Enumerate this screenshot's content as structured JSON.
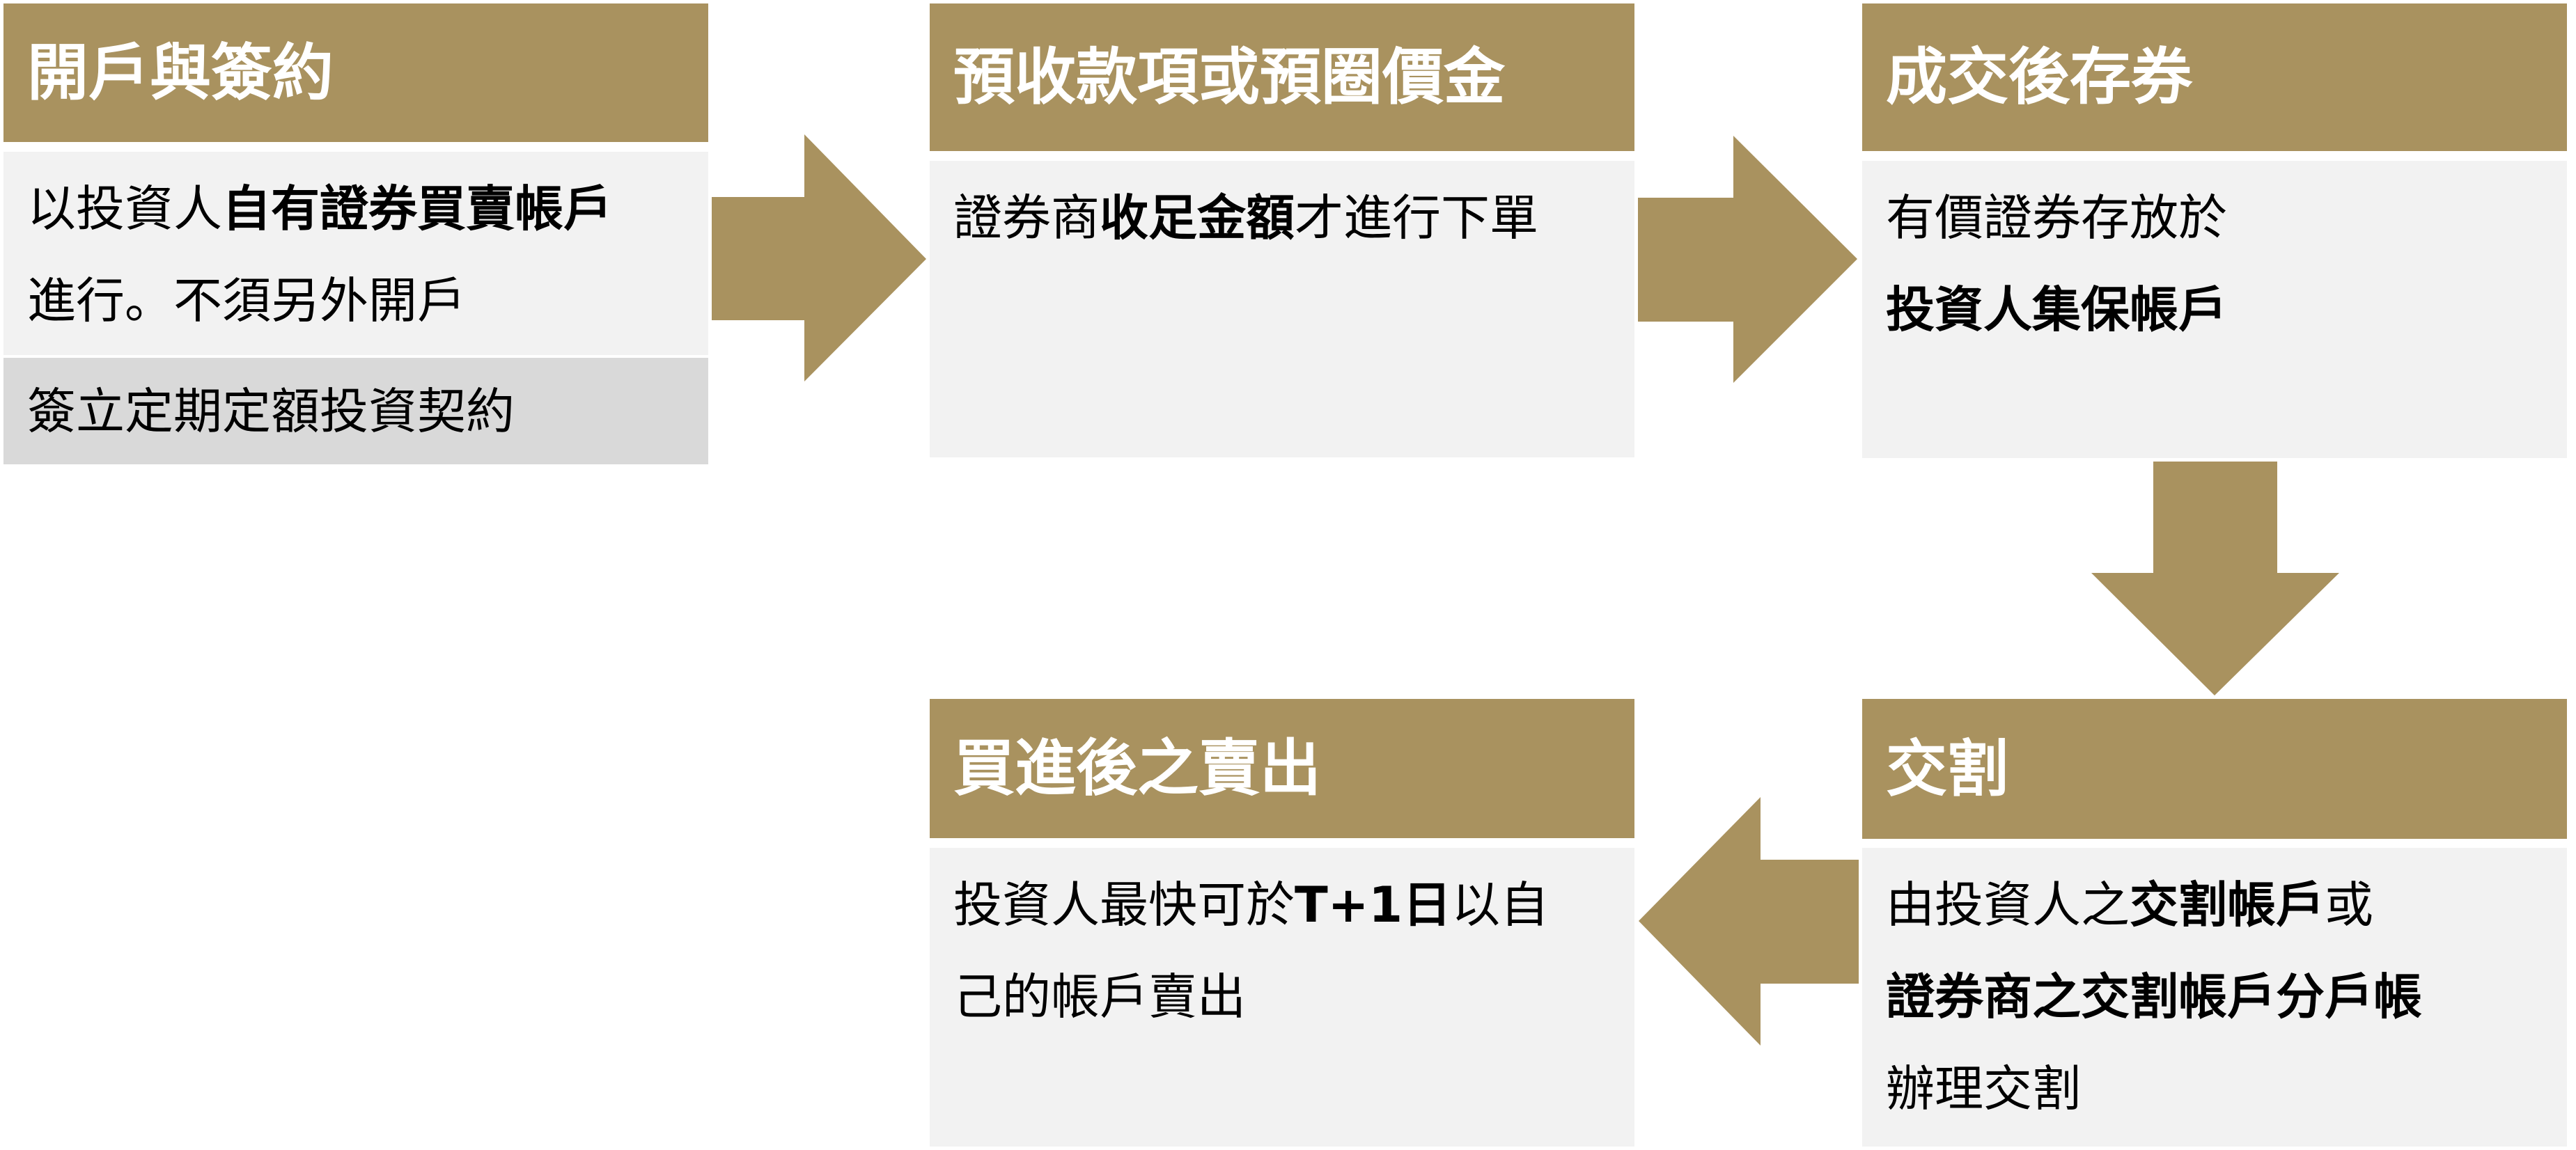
{
  "colors": {
    "accent_gold": "#A9925F",
    "body_gray": "#F2F2F2",
    "strip_gray": "#D9D9D9",
    "header_text": "#FFFFFF",
    "body_text": "#000000"
  },
  "steps": [
    {
      "id": "step1",
      "title": "開戶與簽約",
      "body_lines": [
        [
          {
            "text": "以投資人",
            "bold": false
          },
          {
            "text": "自有證券買賣帳戶",
            "bold": true
          }
        ],
        [
          {
            "text": "進行。不須另外開戶",
            "bold": false
          }
        ]
      ],
      "footer": "簽立定期定額投資契約"
    },
    {
      "id": "step2",
      "title": "預收款項或預圈價金",
      "body_lines": [
        [
          {
            "text": "證券商",
            "bold": false
          },
          {
            "text": "收足金額",
            "bold": true
          },
          {
            "text": "才進行下單",
            "bold": false
          }
        ]
      ]
    },
    {
      "id": "step3",
      "title": "成交後存券",
      "body_lines": [
        [
          {
            "text": "有價證券存放於",
            "bold": false
          }
        ],
        [
          {
            "text": "投資人集保帳戶",
            "bold": true
          }
        ]
      ]
    },
    {
      "id": "step4",
      "title": "交割",
      "body_lines": [
        [
          {
            "text": "由投資人之",
            "bold": false
          },
          {
            "text": "交割帳戶",
            "bold": true
          },
          {
            "text": "或",
            "bold": false
          }
        ],
        [
          {
            "text": "證券商之交割帳戶分戶帳",
            "bold": true
          }
        ],
        [
          {
            "text": "辦理交割",
            "bold": false
          }
        ]
      ]
    },
    {
      "id": "step5",
      "title": "買進後之賣出",
      "body_lines": [
        [
          {
            "text": "投資人最快可於",
            "bold": false
          },
          {
            "text": "T+1日",
            "bold": true
          },
          {
            "text": "以自",
            "bold": false
          }
        ],
        [
          {
            "text": "己的帳戶賣出",
            "bold": false
          }
        ]
      ]
    }
  ],
  "arrows": [
    {
      "from": "step1",
      "to": "step2",
      "direction": "right"
    },
    {
      "from": "step2",
      "to": "step3",
      "direction": "right"
    },
    {
      "from": "step3",
      "to": "step4",
      "direction": "down"
    },
    {
      "from": "step4",
      "to": "step5",
      "direction": "left"
    }
  ]
}
